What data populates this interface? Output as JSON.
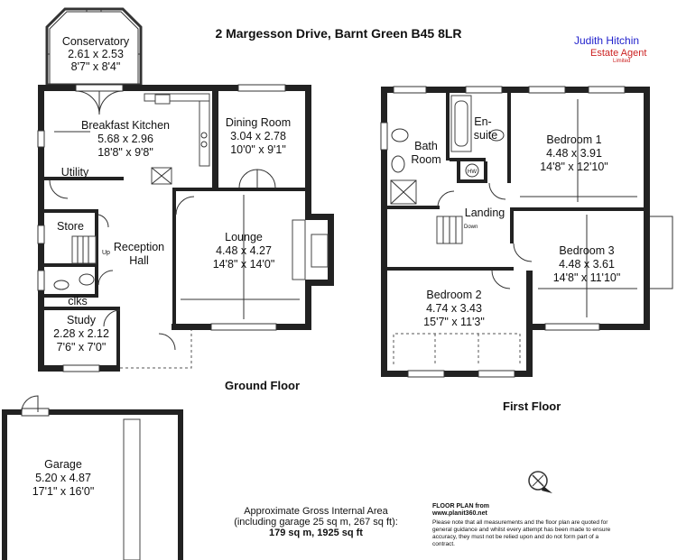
{
  "header": {
    "title": "2 Margesson Drive, Barnt Green B45 8LR",
    "agent_name": "Judith Hitchin",
    "agent_role": "Estate Agent",
    "agent_suffix": "Limited"
  },
  "ground_floor": {
    "label": "Ground Floor",
    "rooms": {
      "conservatory": {
        "name": "Conservatory",
        "metric": "2.61 x 2.53",
        "imperial": "8'7\" x 8'4\""
      },
      "breakfast_kitchen": {
        "name": "Breakfast Kitchen",
        "metric": "5.68 x 2.96",
        "imperial": "18'8\" x 9'8\""
      },
      "dining_room": {
        "name": "Dining Room",
        "metric": "3.04 x 2.78",
        "imperial": "10'0\" x 9'1\""
      },
      "utility": {
        "name": "Utility"
      },
      "store": {
        "name": "Store"
      },
      "reception_hall": {
        "name": "Reception",
        "name2": "Hall"
      },
      "clks": {
        "name": "clks"
      },
      "study": {
        "name": "Study",
        "metric": "2.28 x 2.12",
        "imperial": "7'6\" x 7'0\""
      },
      "lounge": {
        "name": "Lounge",
        "metric": "4.48 x 4.27",
        "imperial": "14'8\" x 14'0\""
      }
    },
    "stair_up": "Up"
  },
  "garage": {
    "name": "Garage",
    "metric": "5.20 x 4.87",
    "imperial": "17'1\" x 16'0\""
  },
  "first_floor": {
    "label": "First Floor",
    "rooms": {
      "bath_room": {
        "name": "Bath",
        "name2": "Room"
      },
      "en_suite": {
        "name": "En-",
        "name2": "suite"
      },
      "bedroom1": {
        "name": "Bedroom 1",
        "metric": "4.48 x 3.91",
        "imperial": "14'8\" x 12'10\""
      },
      "landing": {
        "name": "Landing"
      },
      "bedroom2": {
        "name": "Bedroom 2",
        "metric": "4.74 x 3.43",
        "imperial": "15'7\" x 11'3\""
      },
      "bedroom3": {
        "name": "Bedroom 3",
        "metric": "4.48 x 3.61",
        "imperial": "14'8\" x 11'10\""
      }
    },
    "hot_water": "HW",
    "stair_down": "Down"
  },
  "footer": {
    "area_line1": "Approximate Gross Internal Area",
    "area_line2": "(including garage 25 sq m, 267 sq ft):",
    "area_line3": "179 sq m, 1925 sq ft",
    "plan_from": "FLOOR PLAN from",
    "plan_url": "www.planit360.net",
    "disclaimer": "Please note that all measurements and the floor plan are quoted for general guidance and whilst every attempt has been made to ensure accuracy, they must not be relied upon and do not form part of a contract."
  },
  "icons": {
    "compass": "compass-north-icon"
  }
}
